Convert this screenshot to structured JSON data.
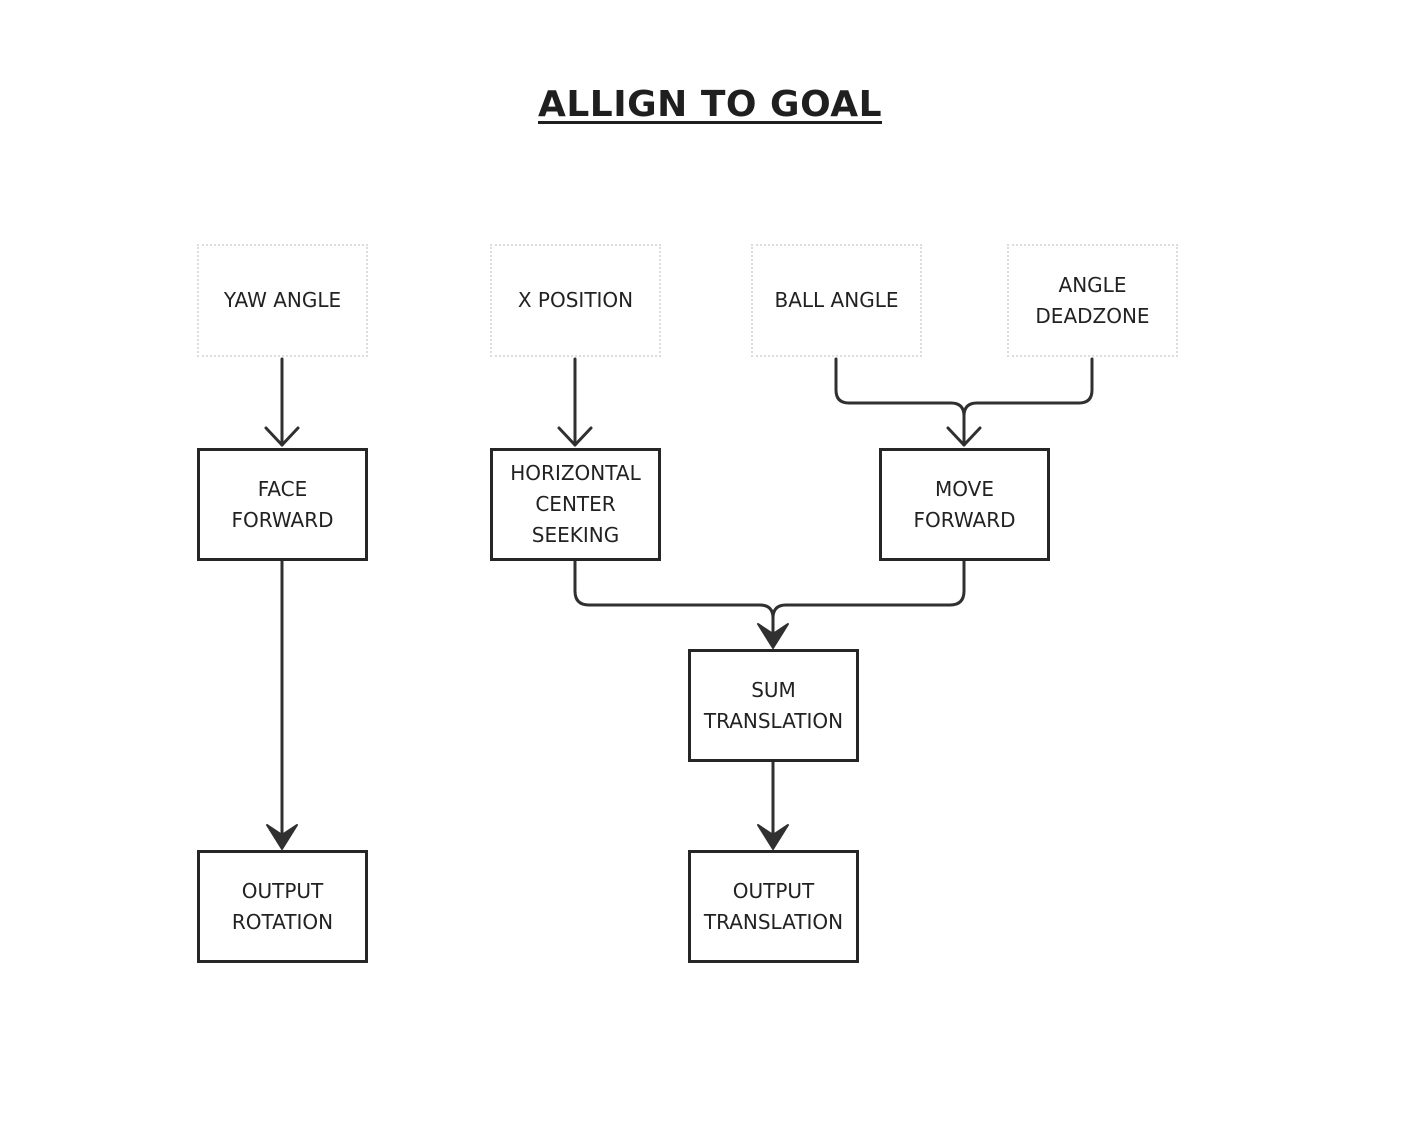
{
  "title": "ALLIGN TO GOAL",
  "nodes": {
    "yaw_angle": [
      "YAW ANGLE"
    ],
    "x_position": [
      "X POSITION"
    ],
    "ball_angle": [
      "BALL ANGLE"
    ],
    "angle_deadzone": [
      "ANGLE",
      "DEADZONE"
    ],
    "face_forward": [
      "FACE",
      "FORWARD"
    ],
    "horizontal_center_seeking": [
      "HORIZONTAL",
      "CENTER",
      "SEEKING"
    ],
    "move_forward": [
      "MOVE",
      "FORWARD"
    ],
    "sum_translation": [
      "SUM",
      "TRANSLATION"
    ],
    "output_rotation": [
      "OUTPUT",
      "ROTATION"
    ],
    "output_translation": [
      "OUTPUT",
      "TRANSLATION"
    ]
  },
  "edges": [
    {
      "from": "yaw_angle",
      "to": "face_forward"
    },
    {
      "from": "x_position",
      "to": "horizontal_center_seeking"
    },
    {
      "from": "ball_angle",
      "to": "move_forward"
    },
    {
      "from": "angle_deadzone",
      "to": "move_forward"
    },
    {
      "from": "face_forward",
      "to": "output_rotation"
    },
    {
      "from": "horizontal_center_seeking",
      "to": "sum_translation"
    },
    {
      "from": "move_forward",
      "to": "sum_translation"
    },
    {
      "from": "sum_translation",
      "to": "output_translation"
    }
  ],
  "colors": {
    "stroke": "#262626",
    "input_border": "#dcdcdc",
    "text": "#222222",
    "background": "#ffffff"
  }
}
